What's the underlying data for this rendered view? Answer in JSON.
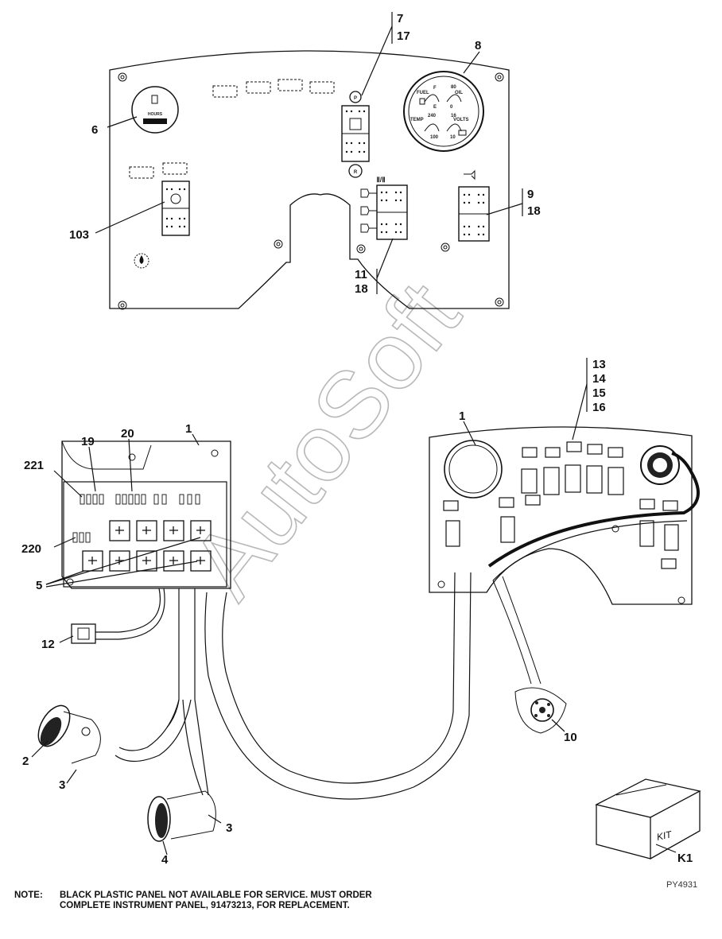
{
  "callouts": {
    "c7": "7",
    "c17": "17",
    "c8": "8",
    "c6": "6",
    "c103": "103",
    "c9": "9",
    "c18a": "18",
    "c11": "11",
    "c18b": "18",
    "c13": "13",
    "c14": "14",
    "c15": "15",
    "c16": "16",
    "c1a": "1",
    "c1b": "1",
    "c19": "19",
    "c20": "20",
    "c221": "221",
    "c220": "220",
    "c5": "5",
    "c12": "12",
    "c2": "2",
    "c3a": "3",
    "c3b": "3",
    "c4": "4",
    "c10": "10",
    "cK1": "K1"
  },
  "panel_labels": {
    "hours": "HOURS",
    "fuel": "FUEL",
    "oil": "OIL",
    "temp": "TEMP",
    "volts": "VOLTS",
    "f": "F",
    "e": "E",
    "g80": "80",
    "g0": "0",
    "g240": "240",
    "g100": "100",
    "g16": "16",
    "g10": "10",
    "switch_symbol": "Ⅱ/Ⅱ"
  },
  "watermark": "AutoSoft",
  "kit_label": "KIT",
  "ref_code": "PY4931",
  "note": {
    "label": "NOTE:",
    "text": "BLACK PLASTIC PANEL NOT AVAILABLE FOR SERVICE. MUST ORDER COMPLETE INSTRUMENT PANEL, 91473213, FOR REPLACEMENT."
  }
}
